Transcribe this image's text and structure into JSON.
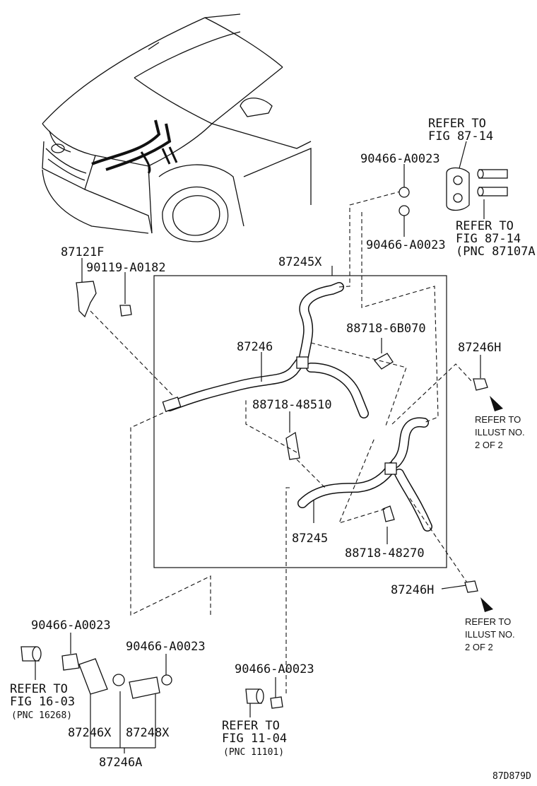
{
  "labels": {
    "refer_fig_87_14_top": [
      "REFER TO",
      "FIG 87-14"
    ],
    "clip_90466_a": "90466-A0023",
    "refer_fig_87_14_bottom": [
      "REFER TO",
      "FIG 87-14",
      "(PNC 87107A"
    ],
    "clip_90466_b": "90466-A0023",
    "p87121F": "87121F",
    "p90119": "90119-A0182",
    "p87245X": "87245X",
    "p87246": "87246",
    "p88718_6B070": "88718-6B070",
    "p88718_48510": "88718-48510",
    "p87245": "87245",
    "p88718_48270": "88718-48270",
    "p87246H_top": "87246H",
    "refer_illust_top": [
      "REFER TO",
      "ILLUST NO.",
      "2 OF 2"
    ],
    "p87246H_bottom": "87246H",
    "refer_illust_bottom": [
      "REFER TO",
      "ILLUST NO.",
      "2 OF 2"
    ],
    "clip_90466_c": "90466-A0023",
    "clip_90466_d": "90466-A0023",
    "clip_90466_e": "90466-A0023",
    "refer_fig_16_03": [
      "REFER TO",
      "FIG 16-03",
      "(PNC 16268)"
    ],
    "refer_fig_11_04": [
      "REFER TO",
      "FIG 11-04",
      "(PNC 11101)"
    ],
    "p87246X": "87246X",
    "p87248X": "87248X",
    "p87246A": "87246A",
    "diagram_code": "87D879D"
  }
}
